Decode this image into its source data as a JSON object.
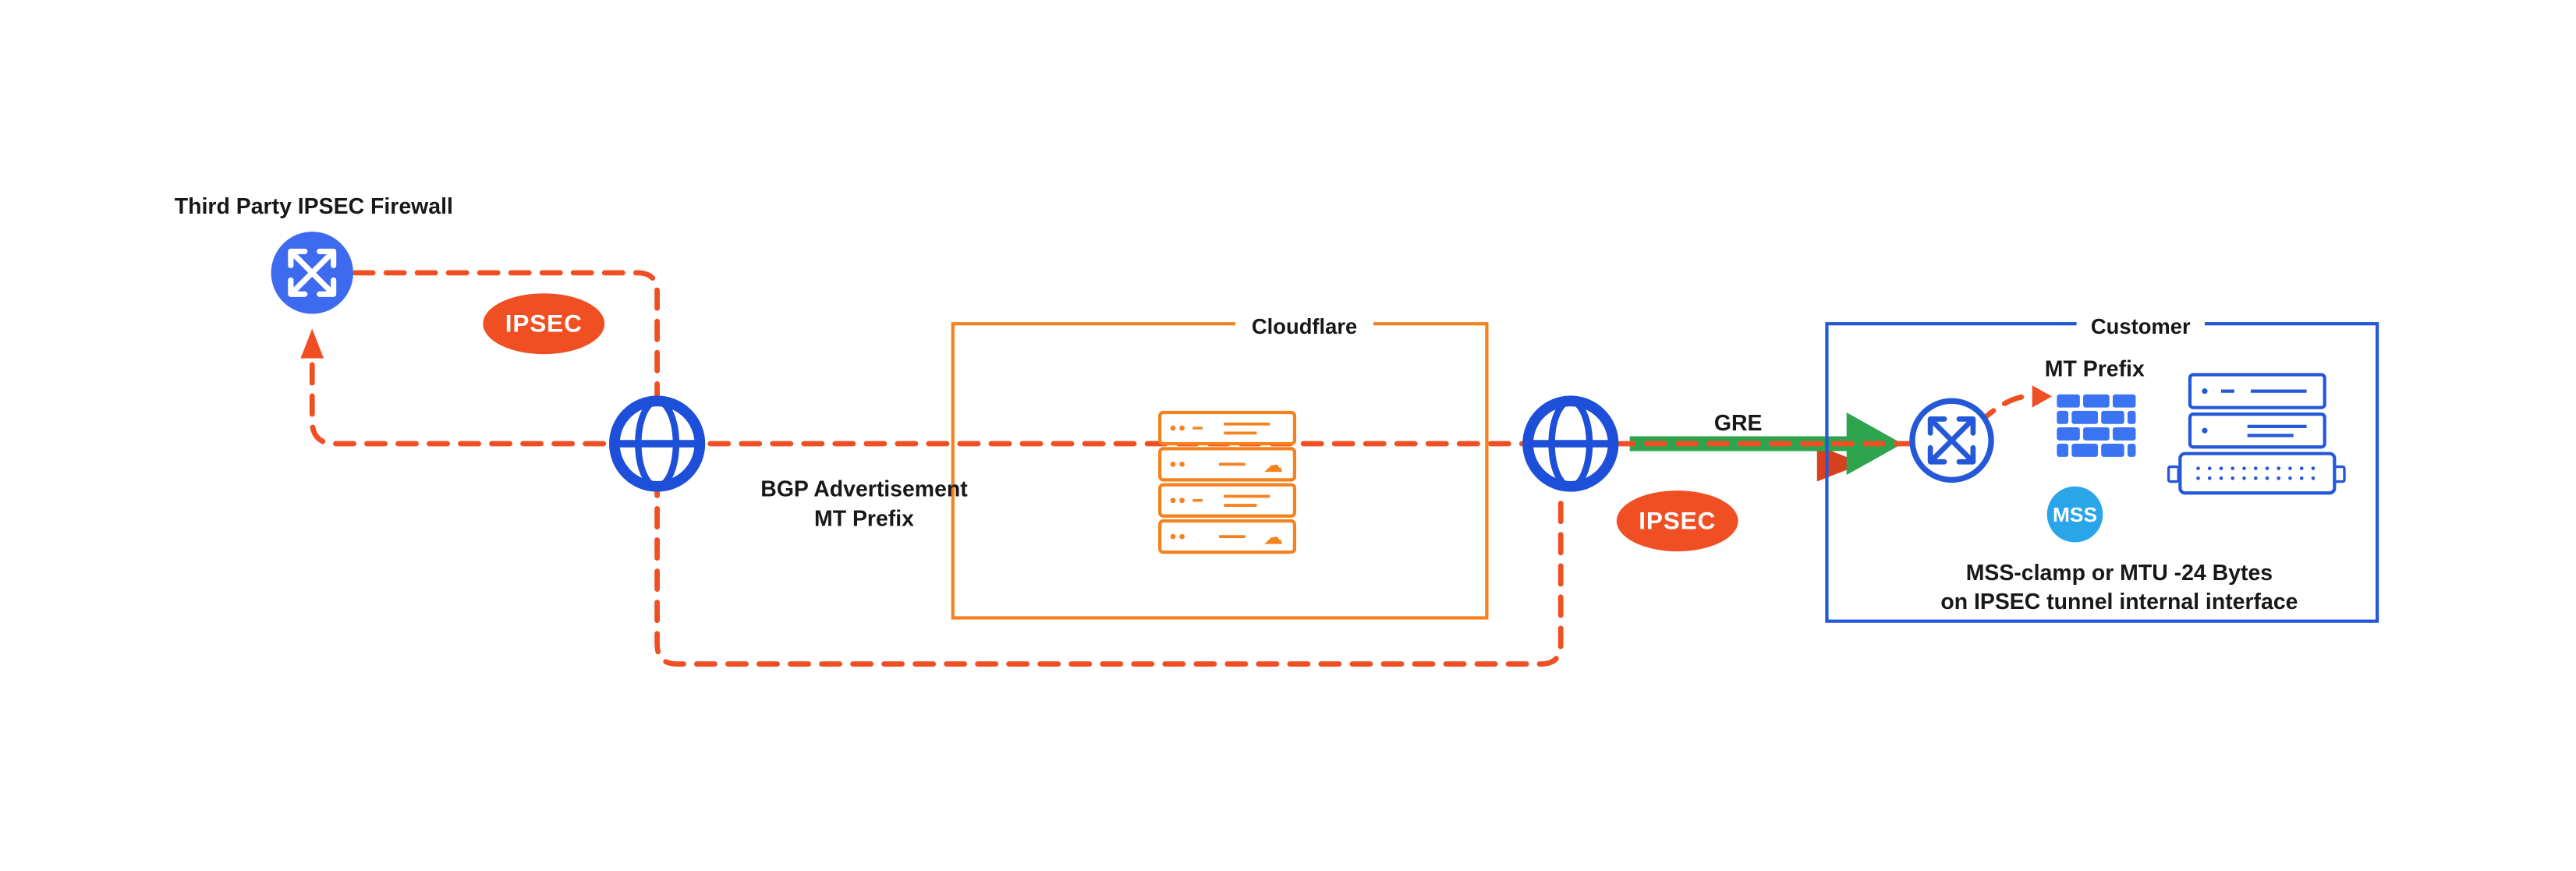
{
  "diagram": {
    "left": {
      "firewall_label": "Third Party IPSEC Firewall",
      "ipsec_badge": "IPSEC",
      "bgp_line1": "BGP Advertisement",
      "bgp_line2": "MT Prefix"
    },
    "cloudflare_box": {
      "label": "Cloudflare"
    },
    "transit": {
      "gre_label": "GRE",
      "ipsec_badge": "IPSEC"
    },
    "customer_box": {
      "label": "Customer",
      "mt_prefix_label": "MT Prefix",
      "mss_badge": "MSS",
      "note_line1": "MSS-clamp or MTU -24 Bytes",
      "note_line2": "on IPSEC tunnel internal interface"
    },
    "glyphs": {
      "cloud": "☁"
    },
    "icons": {
      "router-icon": "circle with crossed expand arrows",
      "globe-icon": "internet globe wireframe",
      "firewall-icon": "brick wall",
      "server-icon": "rack server",
      "cloud-icon": "☁",
      "arrow-up-icon": "▲",
      "arrow-right-icon": "▶"
    },
    "colors": {
      "orange": "#F6821F",
      "flame_red_orange": "#F04E23",
      "royal_blue": "#1D4FD8",
      "router_blue": "#3E6AEF",
      "box_blue": "#2458D8",
      "sky_blue": "#29A5EA",
      "green": "#2EA44E",
      "text": "#18181B"
    }
  }
}
